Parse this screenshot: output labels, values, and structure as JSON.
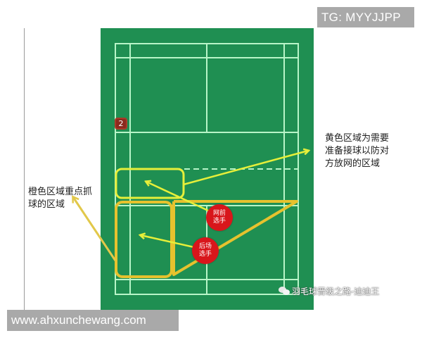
{
  "watermarks": {
    "top_right": "TG: MYYJJPP",
    "bottom_left": "www.ahxunchewang.com",
    "wechat_account": "羽毛球晋级之路-迪迪王"
  },
  "annotations": {
    "right_label": [
      "黄色区域为需要",
      "准备接球以防对",
      "方放网的区域"
    ],
    "left_label": [
      "橙色区域重点抓",
      "球的区域"
    ]
  },
  "players": {
    "net_player": [
      "网前",
      "选手"
    ],
    "back_player": [
      "后场",
      "选手"
    ]
  },
  "court": {
    "badge_number": "2",
    "colors": {
      "court_green": "#1f8f52",
      "lines": "#b8f5c8",
      "yellow_zone": "#e6ef3a",
      "orange_zone": "#e6c22e",
      "player_red": "#d8161b"
    }
  }
}
